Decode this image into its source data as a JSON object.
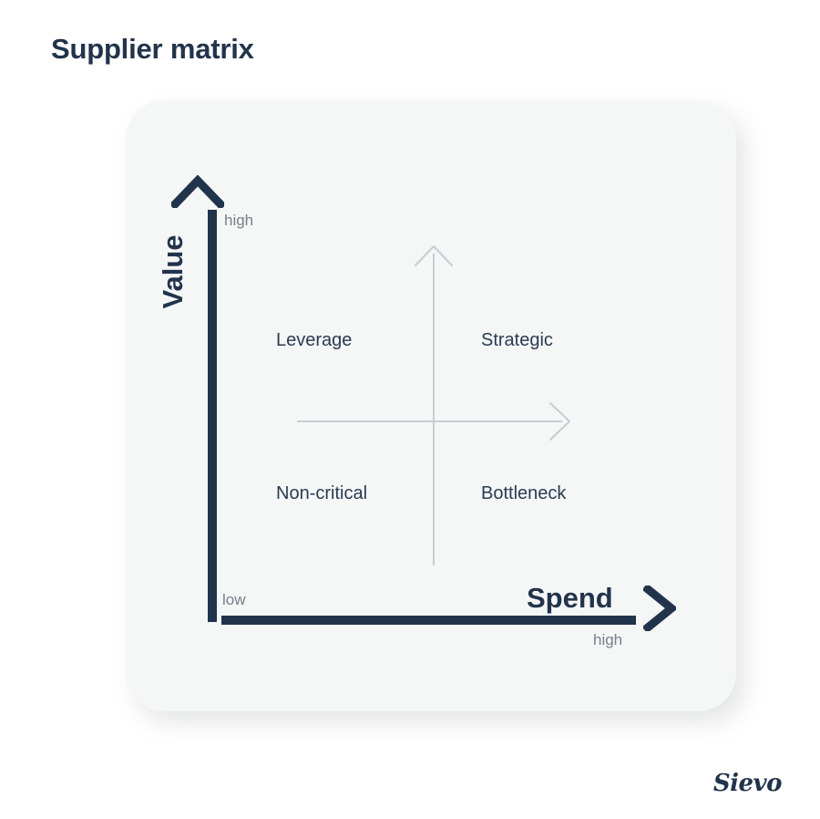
{
  "page": {
    "title": "Supplier matrix",
    "background_color": "#ffffff"
  },
  "brand": {
    "logo_text": "Sievo",
    "color": "#22344c"
  },
  "colors": {
    "ink": "#22344c",
    "card": "#f5f6f6",
    "muted_text": "#78808c",
    "inner_axis": "#c8cdd4"
  },
  "chart_data": {
    "type": "matrix",
    "title": "Supplier matrix",
    "xlabel": "Spend",
    "ylabel": "Value",
    "x_ticks": [
      "low",
      "high"
    ],
    "y_ticks": [
      "low",
      "high"
    ],
    "grid": false,
    "legend": "none",
    "quadrants": [
      {
        "label": "Leverage",
        "x": "low",
        "y": "high"
      },
      {
        "label": "Strategic",
        "x": "high",
        "y": "high"
      },
      {
        "label": "Non-critical",
        "x": "low",
        "y": "low"
      },
      {
        "label": "Bottleneck",
        "x": "high",
        "y": "low"
      }
    ]
  },
  "axes": {
    "vertical": {
      "title": "Value",
      "high_label": "high",
      "low_label": "low"
    },
    "horizontal": {
      "title": "Spend",
      "high_label": "high"
    }
  },
  "quadrants": {
    "top_left": "Leverage",
    "top_right": "Strategic",
    "bottom_left": "Non-critical",
    "bottom_right": "Bottleneck"
  }
}
